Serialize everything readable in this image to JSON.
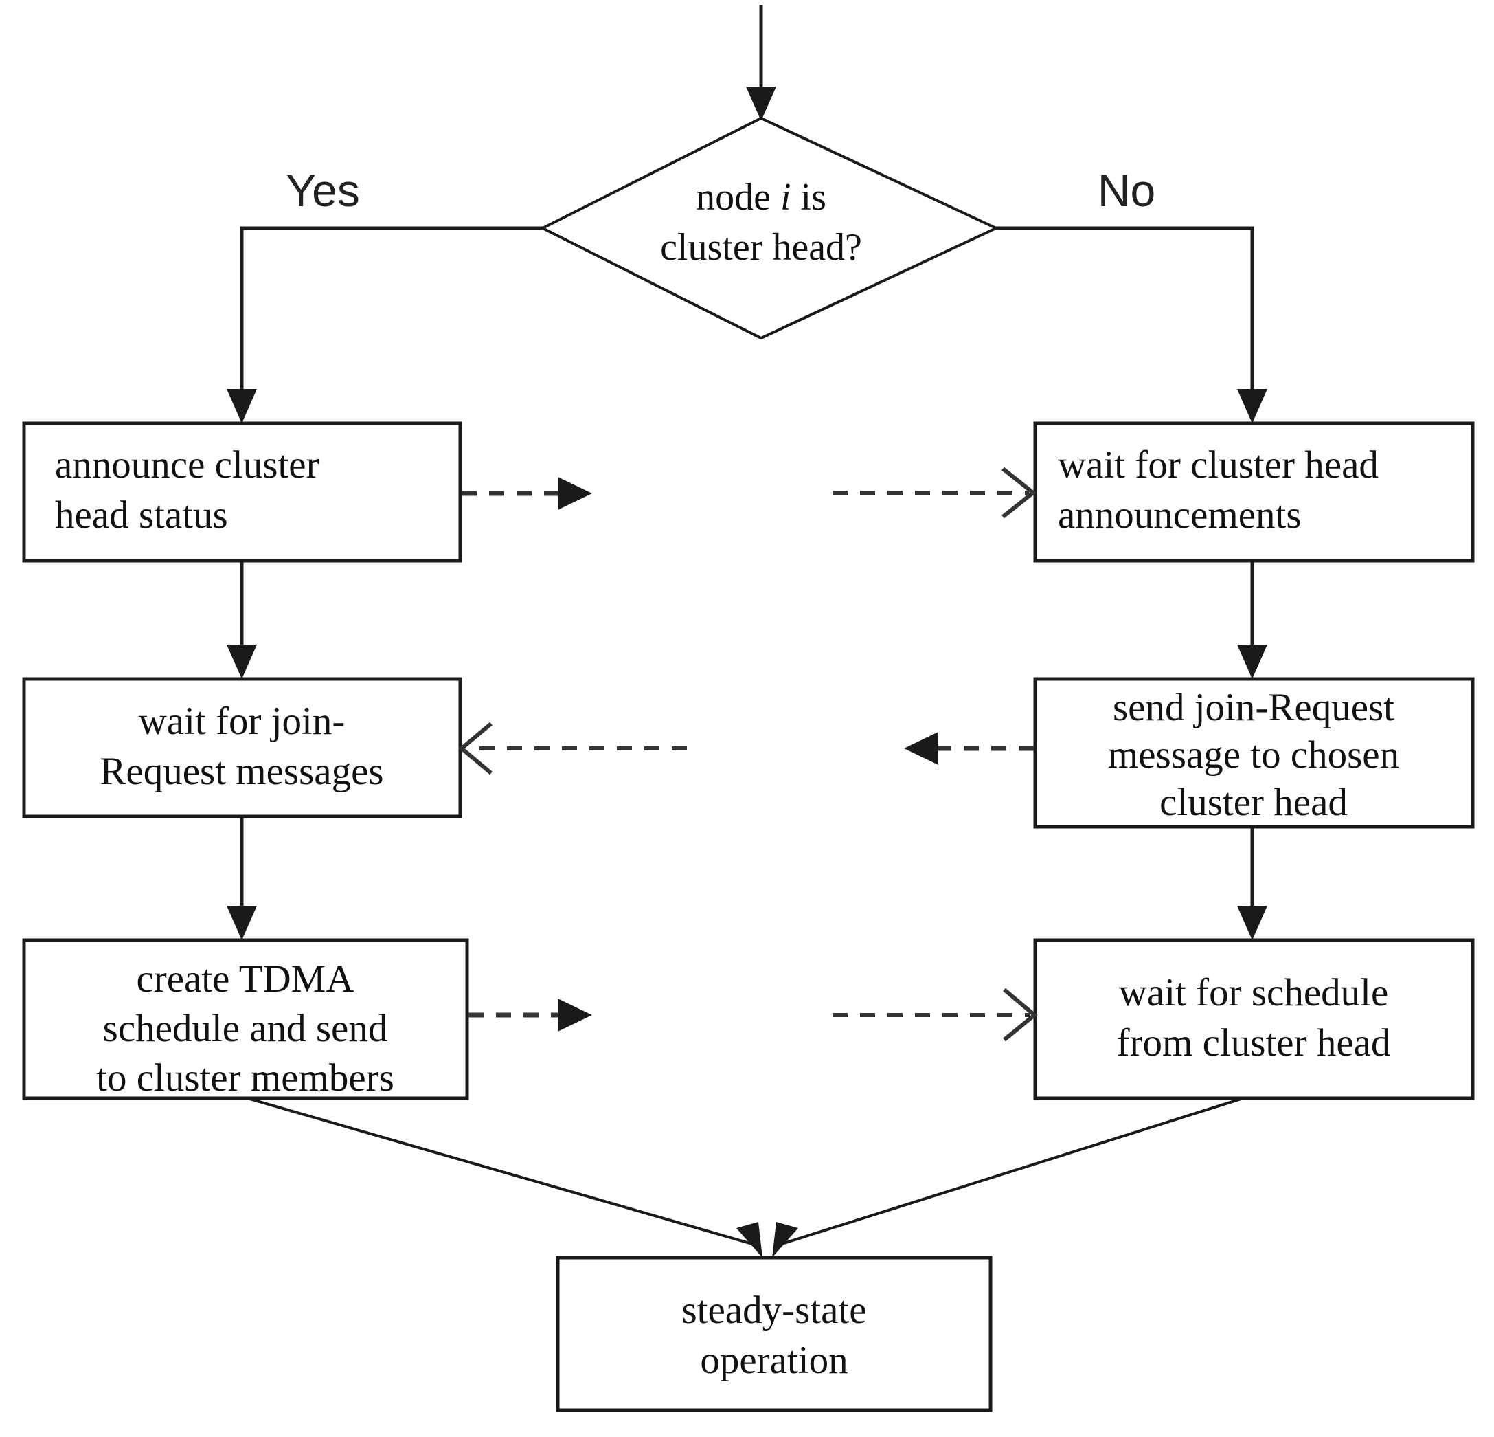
{
  "diagram": {
    "title": "LEACH cluster formation flowchart",
    "colors": {
      "background": "#ffffff",
      "stroke": "#1a1a1a",
      "dashed_stroke": "#333333",
      "text": "#111111"
    },
    "entry": {
      "name": "entry-arrow"
    },
    "decision": {
      "line1_pre": "node ",
      "line1_ital": "i",
      "line1_post": " is",
      "line2": "cluster head?"
    },
    "branches": {
      "yes_label": "Yes",
      "no_label": "No"
    },
    "nodes": {
      "announce_cluster_head": {
        "lines": [
          "announce cluster",
          "head status"
        ],
        "align": "left"
      },
      "wait_for_announcements": {
        "lines": [
          "wait for cluster head",
          "announcements"
        ],
        "align": "left"
      },
      "wait_join_request": {
        "lines": [
          "wait for join-",
          "Request messages"
        ],
        "align": "center"
      },
      "send_join_request": {
        "lines": [
          "send join-Request",
          "message to chosen",
          "cluster head"
        ],
        "align": "center"
      },
      "create_tdma": {
        "lines": [
          "create TDMA",
          "schedule and send",
          "to cluster members"
        ],
        "align": "center"
      },
      "wait_for_schedule": {
        "lines": [
          "wait for schedule",
          "from cluster head"
        ],
        "align": "center"
      },
      "steady_state": {
        "lines": [
          "steady-state",
          "operation"
        ],
        "align": "center"
      }
    },
    "connectors": {
      "dashed_row1": "announce status to wait for announcements",
      "dashed_row2": "send join-Request back to wait for join-Request",
      "dashed_row3": "TDMA schedule to wait for schedule",
      "converge": "both branches converge to steady-state operation"
    }
  }
}
